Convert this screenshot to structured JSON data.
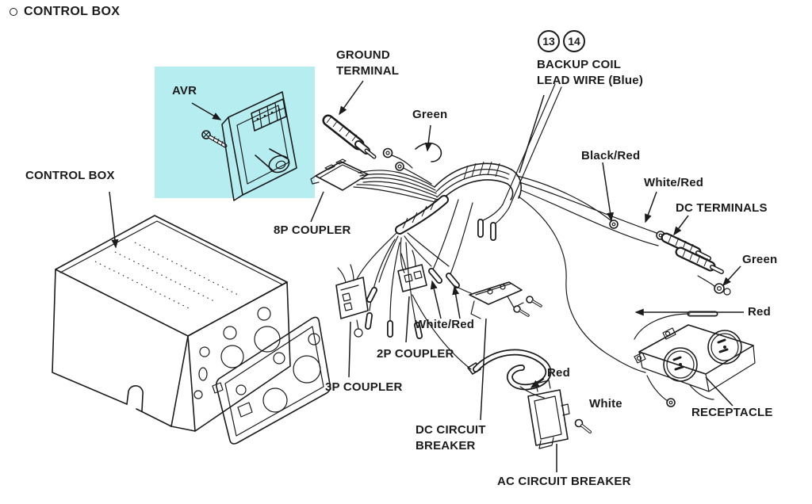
{
  "page": {
    "title": "CONTROL BOX"
  },
  "callouts": {
    "num_13": "13",
    "num_14": "14"
  },
  "labels": {
    "avr": "AVR",
    "control_box": "CONTROL BOX",
    "ground_terminal_line1": "GROUND",
    "ground_terminal_line2": "TERMINAL",
    "green_top": "Green",
    "backup_coil_line1": "BACKUP COIL",
    "backup_coil_line2": "LEAD WIRE (Blue)",
    "black_red": "Black/Red",
    "white_red_upper": "White/Red",
    "dc_terminals": "DC TERMINALS",
    "green_right": "Green",
    "red_right": "Red",
    "coupler_8p": "8P COUPLER",
    "white_red_center": "White/Red",
    "coupler_2p": "2P COUPLER",
    "coupler_3p": "3P COUPLER",
    "dc_circuit_breaker_line1": "DC CIRCUIT",
    "dc_circuit_breaker_line2": "BREAKER",
    "red_center": "Red",
    "white_wire": "White",
    "receptacle": "RECEPTACLE",
    "ac_circuit_breaker": "AC CIRCUIT BREAKER"
  },
  "colors": {
    "ink": "#1b1b1b",
    "highlight": "#b5edf0",
    "background": "#ffffff"
  }
}
